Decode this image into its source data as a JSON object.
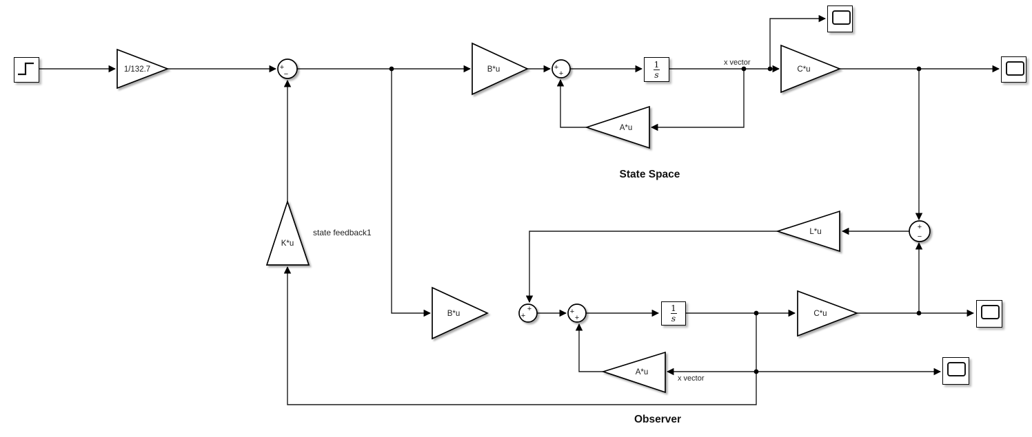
{
  "titles": {
    "state_space": "State Space",
    "observer": "Observer"
  },
  "annotations": {
    "state_feedback": "state feedback1",
    "x_vector_plant": "x vector",
    "x_vector_observer": "x vector"
  },
  "gains": {
    "input_scale": "1/132.7",
    "b_plant": "B*u",
    "a_plant": "A*u",
    "c_plant": "C*u",
    "b_observer": "B*u",
    "a_observer": "A*u",
    "c_observer": "C*u",
    "k_feedback": "K*u",
    "l_observer": "L*u"
  },
  "integrators": {
    "plant": {
      "numerator": "1",
      "denominator": "s"
    },
    "observer": {
      "numerator": "1",
      "denominator": "s"
    }
  },
  "sums": {
    "input": {
      "sign1": "+",
      "sign2": "−"
    },
    "plant": {
      "sign1": "+",
      "sign2": "+"
    },
    "observer_l": {
      "sign1": "+",
      "sign2": "+"
    },
    "observer_a": {
      "sign1": "+",
      "sign2": "+"
    },
    "error": {
      "sign1": "+",
      "sign2": "−"
    }
  }
}
